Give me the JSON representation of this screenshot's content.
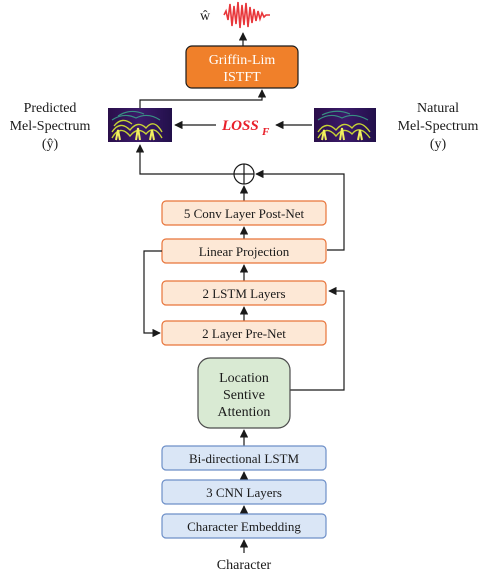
{
  "diagram": {
    "output_symbol": "ŵ",
    "vocoder": {
      "line1": "Griffin-Lim",
      "line2": "ISTFT"
    },
    "predicted": {
      "line1": "Predicted",
      "line2": "Mel-Spectrum",
      "line3": "(ŷ)"
    },
    "natural": {
      "line1": "Natural",
      "line2": "Mel-Spectrum",
      "line3": "(y)"
    },
    "loss": {
      "main": "LOSS",
      "sub": "F"
    },
    "postnet": "5 Conv Layer Post-Net",
    "linear_projection": "Linear Projection",
    "lstm_layers": "2 LSTM Layers",
    "prenet": "2 Layer Pre-Net",
    "attention": {
      "line1": "Location",
      "line2": "Sentive",
      "line3": "Attention"
    },
    "bilstm": "Bi-directional LSTM",
    "cnn_layers": "3 CNN Layers",
    "char_embedding": "Character Embedding",
    "input_label": "Character"
  },
  "colors": {
    "decoder_fill": "#fde8d6",
    "decoder_border": "#e8743a",
    "encoder_fill": "#dae6f6",
    "encoder_border": "#6d8fc8",
    "attention_fill": "#d9ead3",
    "attention_border": "#4c4c4c",
    "vocoder_fill": "#f0802a",
    "waveform": "#e8363a",
    "loss_text": "#e8202a"
  }
}
